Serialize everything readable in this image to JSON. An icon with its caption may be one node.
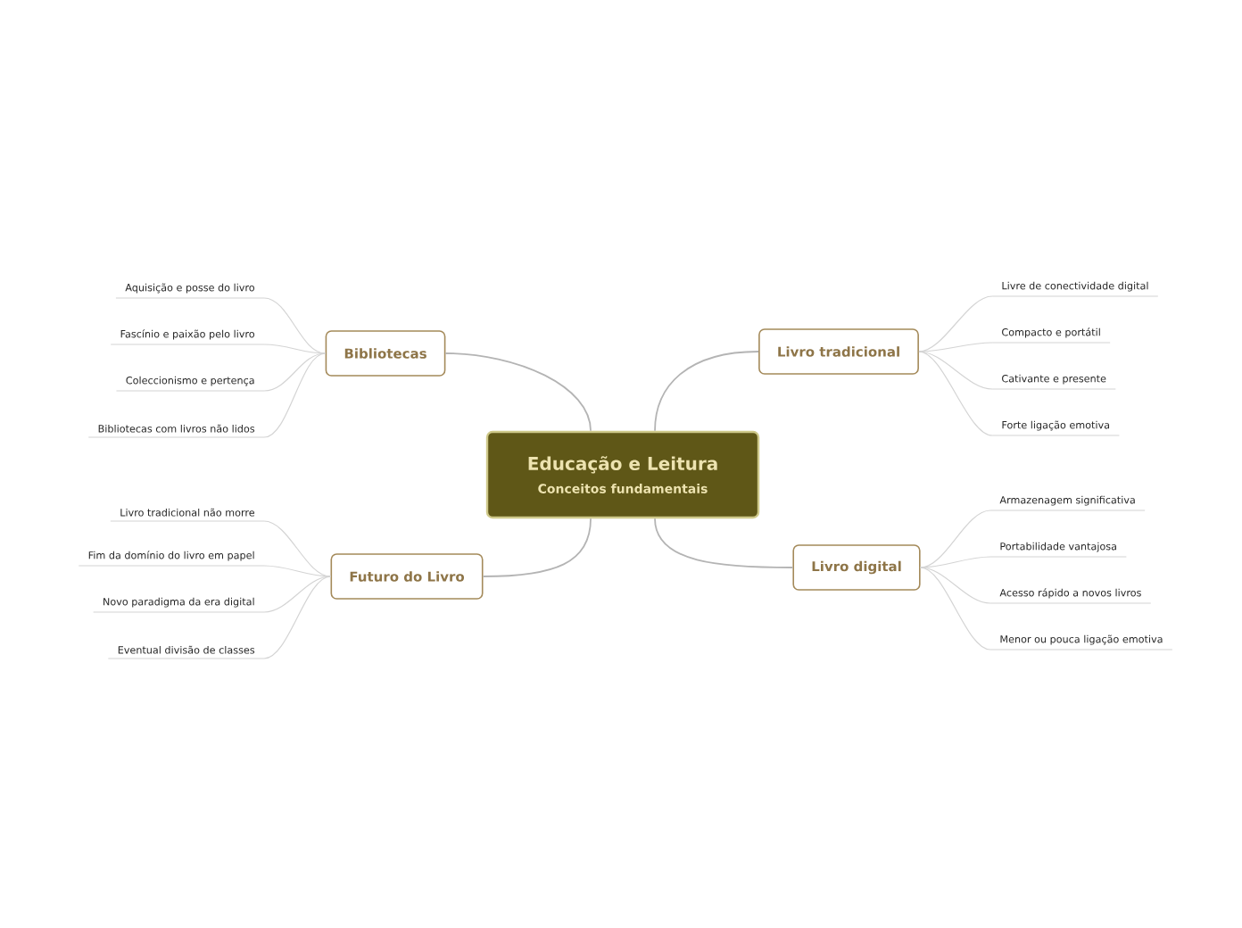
{
  "diagram": {
    "nodes": [
      {
        "text": [
          "Educação e Leitura",
          "Conceitos fundamentais"
        ]
      },
      {
        "text": [
          "Bibliotecas"
        ]
      },
      {
        "text": [
          "Aquisição e posse do livro"
        ]
      },
      {
        "text": [
          "Fascínio e paixão pelo livro"
        ]
      },
      {
        "text": [
          "Coleccionismo e pertença"
        ]
      },
      {
        "text": [
          "Bibliotecas com livros não lidos"
        ]
      },
      {
        "text": [
          "Livro tradicional"
        ]
      },
      {
        "text": [
          "Livre de conectividade digital"
        ]
      },
      {
        "text": [
          "Compacto e portátil"
        ]
      },
      {
        "text": [
          "Cativante e presente"
        ]
      },
      {
        "text": [
          "Forte ligação emotiva"
        ]
      },
      {
        "text": [
          "Futuro do Livro"
        ]
      },
      {
        "text": [
          "Livro tradicional não morre"
        ]
      },
      {
        "text": [
          "Fim da domínio do livro em papel"
        ]
      },
      {
        "text": [
          "Novo paradigma da era digital"
        ]
      },
      {
        "text": [
          "Eventual divisão de classes"
        ]
      },
      {
        "text": [
          "Livro digital"
        ]
      },
      {
        "text": [
          "Armazenagem significativa"
        ]
      },
      {
        "text": [
          "Portabilidade vantajosa"
        ]
      },
      {
        "text": [
          "Acesso rápido a novos livros"
        ]
      },
      {
        "text": [
          "Menor ou pouca ligação emotiva"
        ]
      }
    ],
    "edges": [
      {
        "from": 0,
        "to": 1,
        "arrow": "none"
      },
      {
        "from": 1,
        "to": 2,
        "arrow": "none"
      },
      {
        "from": 1,
        "to": 3,
        "arrow": "none"
      },
      {
        "from": 1,
        "to": 4,
        "arrow": "none"
      },
      {
        "from": 1,
        "to": 5,
        "arrow": "none"
      },
      {
        "from": 0,
        "to": 6,
        "arrow": "none"
      },
      {
        "from": 6,
        "to": 7,
        "arrow": "none"
      },
      {
        "from": 6,
        "to": 8,
        "arrow": "none"
      },
      {
        "from": 6,
        "to": 9,
        "arrow": "none"
      },
      {
        "from": 6,
        "to": 10,
        "arrow": "none"
      },
      {
        "from": 0,
        "to": 11,
        "arrow": "none"
      },
      {
        "from": 11,
        "to": 12,
        "arrow": "none"
      },
      {
        "from": 11,
        "to": 13,
        "arrow": "none"
      },
      {
        "from": 11,
        "to": 14,
        "arrow": "none"
      },
      {
        "from": 11,
        "to": 15,
        "arrow": "none"
      },
      {
        "from": 0,
        "to": 16,
        "arrow": "none"
      },
      {
        "from": 16,
        "to": 17,
        "arrow": "none"
      },
      {
        "from": 16,
        "to": 18,
        "arrow": "none"
      },
      {
        "from": 16,
        "to": 19,
        "arrow": "none"
      },
      {
        "from": 16,
        "to": 20,
        "arrow": "none"
      }
    ]
  }
}
